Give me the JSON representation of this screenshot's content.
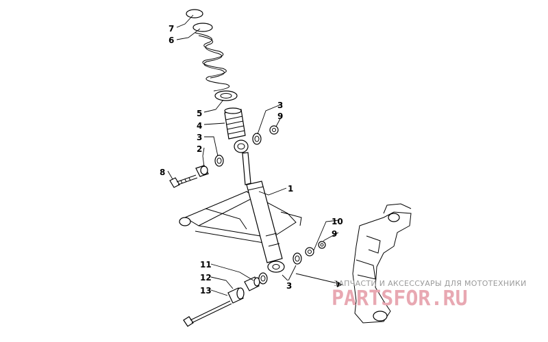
{
  "callouts": {
    "c1": "1",
    "c2": "2",
    "c3a": "3",
    "c3b": "3",
    "c3c": "3",
    "c4": "4",
    "c5": "5",
    "c6": "6",
    "c7": "7",
    "c8": "8",
    "c9a": "9",
    "c9b": "9",
    "c10": "10",
    "c11": "11",
    "c12": "12",
    "c13": "13"
  },
  "watermark": {
    "tagline": "ЗАПЧАСТИ И АКСЕССУАРЫ ДЛЯ МОТОТЕХНИКИ",
    "brand": "PARTSFOR.RU"
  }
}
